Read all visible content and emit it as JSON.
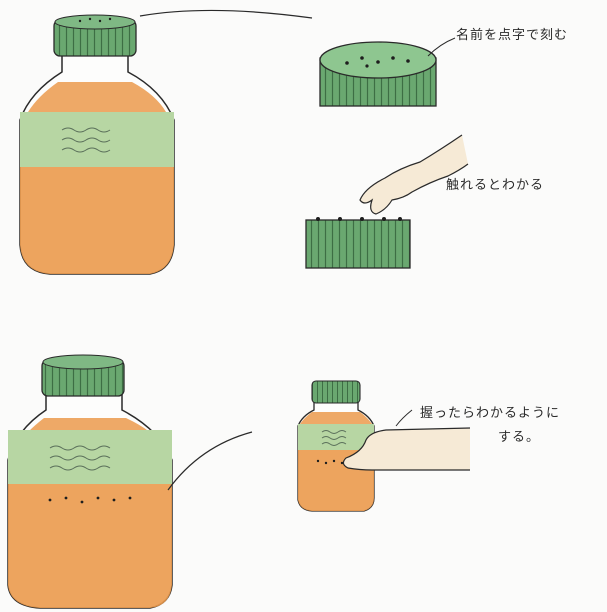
{
  "annotations": {
    "engrave": "名前を点字で刻む",
    "touch": "触れるとわかる",
    "grip_line1": "握ったらわかるように",
    "grip_line2": "する。"
  },
  "colors": {
    "cap_green": "#6aa870",
    "label_green": "#b7d6a3",
    "liquid_orange": "#eb9a4c",
    "liquid_light": "#f3b97a",
    "skin": "#f6ead6",
    "ink": "#2a2a2a",
    "paper": "#fbfbfa"
  }
}
